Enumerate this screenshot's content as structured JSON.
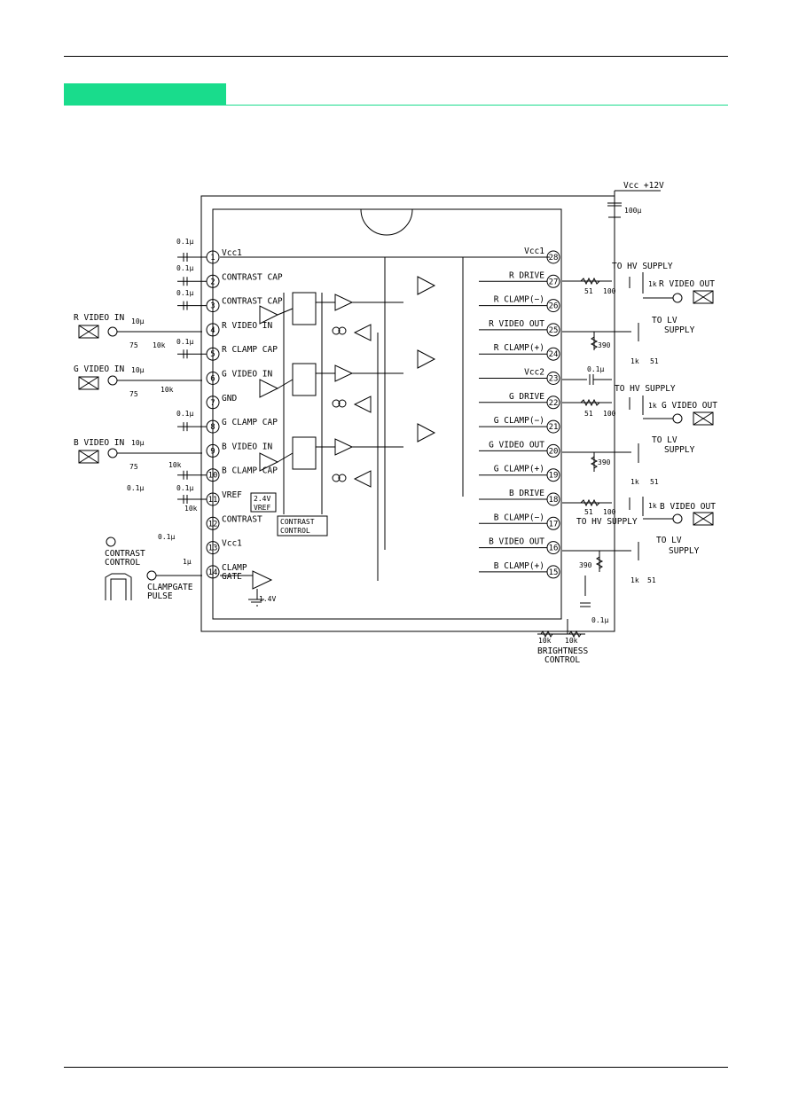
{
  "header": {
    "accent_color": "#19dc8c"
  },
  "supply": {
    "vcc": "Vcc +12V",
    "cap": "100µ"
  },
  "pins_left": [
    {
      "num": "1",
      "label": "Vcc1"
    },
    {
      "num": "2",
      "label": "CONTRAST CAP"
    },
    {
      "num": "3",
      "label": "CONTRAST CAP"
    },
    {
      "num": "4",
      "label": "R VIDEO IN"
    },
    {
      "num": "5",
      "label": "R CLAMP CAP"
    },
    {
      "num": "6",
      "label": "G VIDEO IN"
    },
    {
      "num": "7",
      "label": "GND"
    },
    {
      "num": "8",
      "label": "G CLAMP CAP"
    },
    {
      "num": "9",
      "label": "B VIDEO IN"
    },
    {
      "num": "10",
      "label": "B CLAMP CAP"
    },
    {
      "num": "11",
      "label": "VREF"
    },
    {
      "num": "12",
      "label": "CONTRAST"
    },
    {
      "num": "13",
      "label": "Vcc1"
    },
    {
      "num": "14",
      "label": "CLAMP\nGATE"
    }
  ],
  "pins_right": [
    {
      "num": "28",
      "label": "Vcc1"
    },
    {
      "num": "27",
      "label": "R DRIVE"
    },
    {
      "num": "26",
      "label": "R CLAMP(−)"
    },
    {
      "num": "25",
      "label": "R VIDEO OUT"
    },
    {
      "num": "24",
      "label": "R CLAMP(+)"
    },
    {
      "num": "23",
      "label": "Vcc2"
    },
    {
      "num": "22",
      "label": "G DRIVE"
    },
    {
      "num": "21",
      "label": "G CLAMP(−)"
    },
    {
      "num": "20",
      "label": "G VIDEO OUT"
    },
    {
      "num": "19",
      "label": "G CLAMP(+)"
    },
    {
      "num": "18",
      "label": "B DRIVE"
    },
    {
      "num": "17",
      "label": "B CLAMP(−)"
    },
    {
      "num": "16",
      "label": "B VIDEO OUT"
    },
    {
      "num": "15",
      "label": "B CLAMP(+)"
    }
  ],
  "inputs": {
    "r": "R VIDEO IN",
    "g": "G VIDEO IN",
    "b": "B VIDEO IN",
    "contrast_control": "CONTRAST\nCONTROL",
    "clampgate_pulse": "CLAMPGATE\nPULSE"
  },
  "outputs": {
    "r_out": "R VIDEO OUT",
    "g_out": "G VIDEO OUT",
    "b_out": "B VIDEO OUT",
    "to_hv": "TO HV SUPPLY",
    "to_lv": "TO LV\nSUPPLY",
    "brightness": "BRIGHTNESS\nCONTROL"
  },
  "blocks": {
    "vref": "2.4V\nVREF",
    "contrast": "CONTRAST\nCONTROL",
    "bias": "1.4V"
  },
  "components": {
    "c01": "0.1µ",
    "c10": "10µ",
    "c1": "1µ",
    "r75": "75",
    "r10k": "10k",
    "r390": "390",
    "r51": "51",
    "r100": "100",
    "r1k": "1k"
  }
}
